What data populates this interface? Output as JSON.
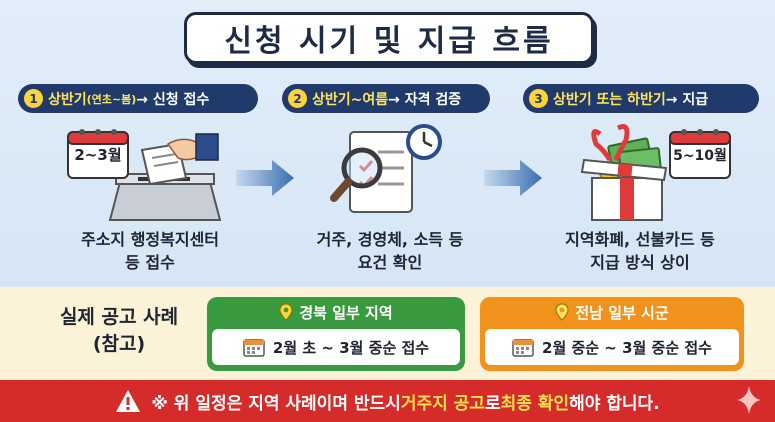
{
  "title": "신청 시기 및 지급 흐름",
  "steps": [
    {
      "num": "1",
      "label_a": "상반기",
      "label_small": "(연초~봄)",
      "label_b": " → 신청 접수",
      "calendar": "2~3월",
      "caption_1": "주소지 행정복지센터",
      "caption_2": "등 접수"
    },
    {
      "num": "2",
      "label_a": "상반기~여름",
      "label_b": " → 자격 검증",
      "caption_1": "거주, 경영체, 소득 등",
      "caption_2": "요건 확인"
    },
    {
      "num": "3",
      "label_a": "상반기 또는 하반기",
      "label_b": " → 지급",
      "calendar": "5~10월",
      "caption_1": "지역화폐, 선불카드 등",
      "caption_2": "지급 방식 상이"
    }
  ],
  "cases": {
    "title_1": "실제 공고 사례",
    "title_2": "(참고)",
    "items": [
      {
        "region": "경북 일부 지역",
        "schedule": "2월 초 ~ 3월 중순 접수",
        "color": "#3a9a3f"
      },
      {
        "region": "전남 일부 시군",
        "schedule": "2월 중순 ~ 3월 중순 접수",
        "color": "#f0921c"
      }
    ]
  },
  "warning": {
    "prefix": "※ 위 일정은 지역 사례이며 반드시 ",
    "hl1": "거주지 공고",
    "mid": "로 ",
    "hl2": "최종 확인",
    "suffix": "해야 합니다."
  },
  "colors": {
    "navy": "#1f3a6b",
    "yellow": "#ffd43b",
    "red": "#d62b2b",
    "green": "#3a9a3f",
    "orange": "#f0921c"
  },
  "icons": [
    "ballot-box-icon",
    "magnifier-document-icon",
    "gift-money-icon",
    "calendar-icon",
    "location-pin-icon",
    "warning-icon",
    "sparkle-icon"
  ]
}
